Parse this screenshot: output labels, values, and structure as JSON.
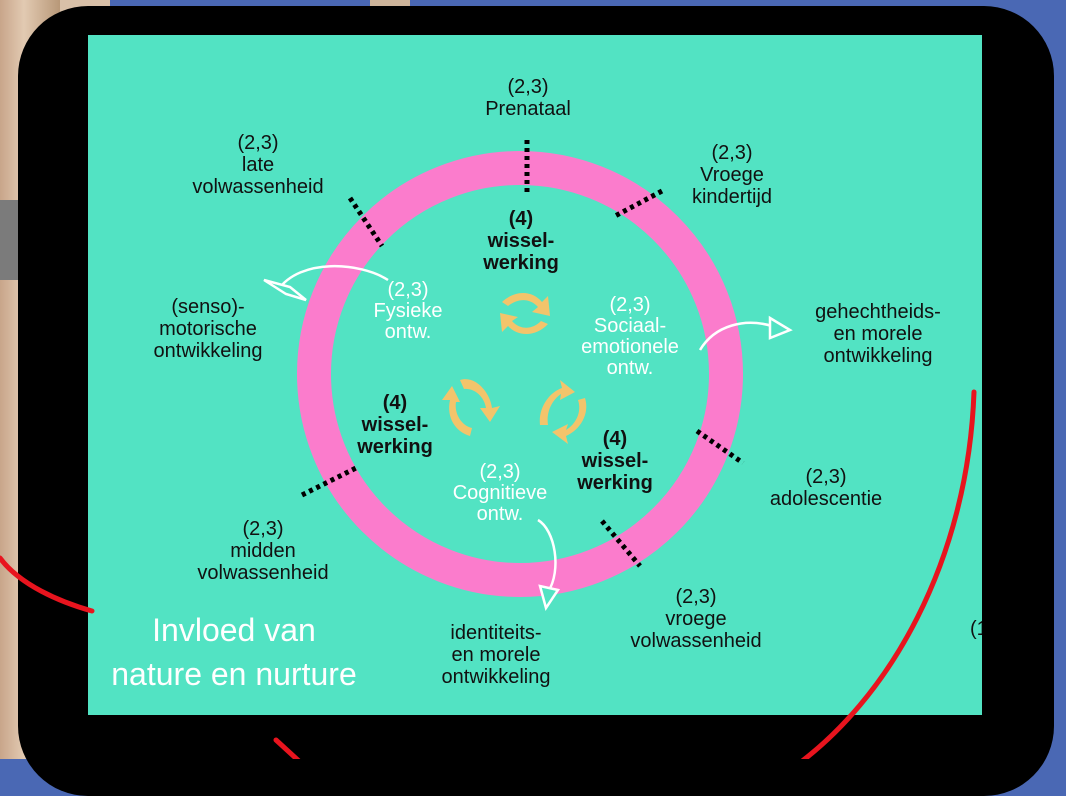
{
  "diagram": {
    "outer_labels": [
      {
        "id": "prenataal",
        "lines": [
          "(2,3)",
          "Prenataal"
        ]
      },
      {
        "id": "late-volwassenheid",
        "lines": [
          "(2,3)",
          "late",
          "volwassenheid"
        ]
      },
      {
        "id": "vroege-kindertijd",
        "lines": [
          "(2,3)",
          "Vroege",
          "kindertijd"
        ]
      },
      {
        "id": "senso-motorische",
        "lines": [
          "(senso)-",
          "motorische",
          "ontwikkeling"
        ]
      },
      {
        "id": "gehechtheids",
        "lines": [
          "gehechtheids-",
          "en morele",
          "ontwikkeling"
        ]
      },
      {
        "id": "adolescentie",
        "lines": [
          "(2,3)",
          "adolescentie"
        ]
      },
      {
        "id": "midden-volwassenheid",
        "lines": [
          "(2,3)",
          "midden",
          "volwassenheid"
        ]
      },
      {
        "id": "identiteits",
        "lines": [
          "identiteits-",
          "en morele",
          "ontwikkeling"
        ]
      },
      {
        "id": "vroege-volwassenheid",
        "lines": [
          "(2,3)",
          "vroege",
          "volwassenheid"
        ]
      }
    ],
    "domains": [
      {
        "id": "fysieke",
        "lines": [
          "(2,3)",
          "Fysieke",
          "ontw."
        ]
      },
      {
        "id": "sociaal",
        "lines": [
          "(2,3)",
          "Sociaal-",
          "emotionele",
          "ontw."
        ]
      },
      {
        "id": "cognitieve",
        "lines": [
          "(2,3)",
          "Cognitieve",
          "ontw."
        ]
      }
    ],
    "interactions": [
      {
        "id": "top",
        "lines": [
          "(4)",
          "wissel-",
          "werking"
        ]
      },
      {
        "id": "left",
        "lines": [
          "(4)",
          "wissel-",
          "werking"
        ]
      },
      {
        "id": "right",
        "lines": [
          "(4)",
          "wissel-",
          "werking"
        ]
      }
    ],
    "caption_lines": [
      "Invloed van",
      "nature en nurture"
    ],
    "cut_label": "(1",
    "colors": {
      "panel": "#52e3c3",
      "ring": "#fb7ccc",
      "arrows": "#f3c46b",
      "annotation": "#e8141e",
      "frame": "#000000"
    }
  }
}
